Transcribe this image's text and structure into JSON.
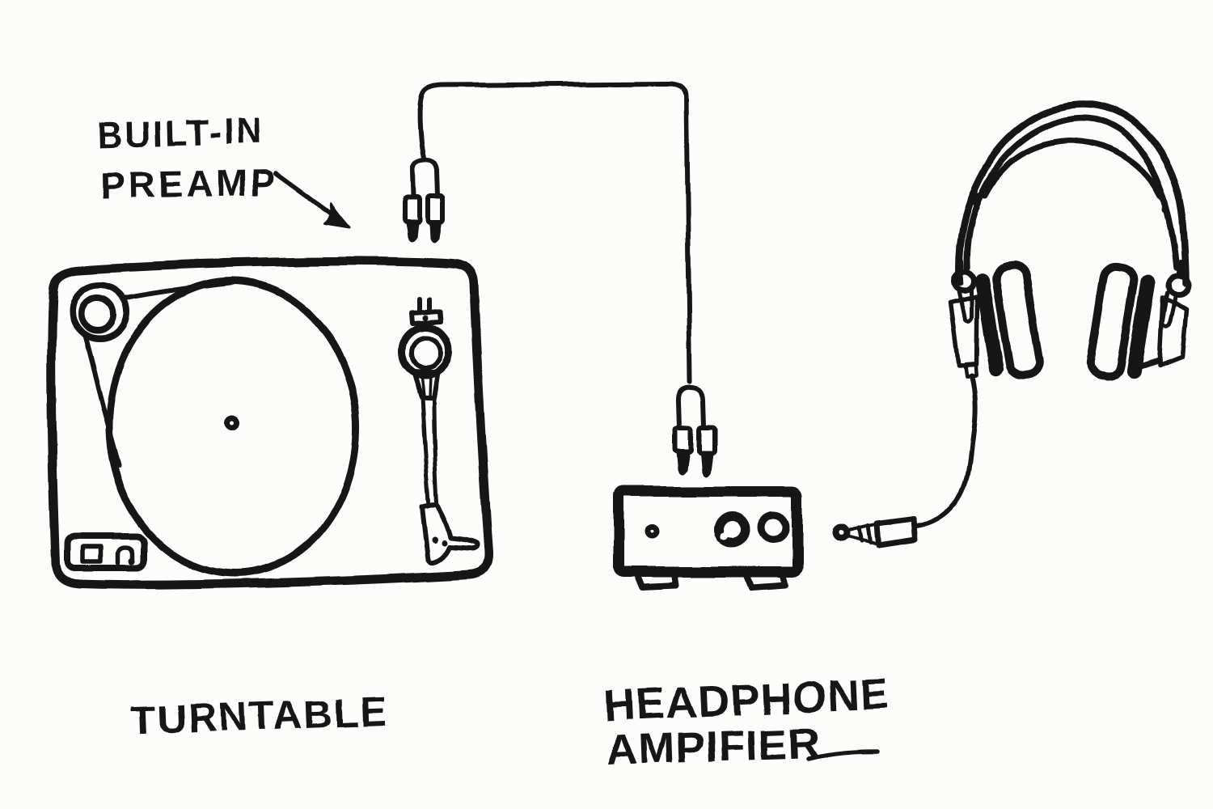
{
  "meta": {
    "type": "hand-drawn-audio-setup-diagram",
    "background_color": "#fcfcfb",
    "ink_color": "#161616"
  },
  "labels": {
    "preamp": {
      "line1": "BUILT-IN",
      "line2": "PREAMP"
    },
    "turntable": "TURNTABLE",
    "amplifier": {
      "line1": "HEADPHONE",
      "line2": "AMPIFIER"
    }
  },
  "components": [
    {
      "name": "turntable-drawing",
      "description": "belt-drive turntable seen from above: platter with centre spindle, motor pulley with belt at top-left, tonearm with headshell at right, speed-switch panel at bottom-left"
    },
    {
      "name": "rca-cable-drawing",
      "description": "interconnect cable with a pair of RCA plugs at each end, looping from above the turntable down to the headphone amplifier"
    },
    {
      "name": "headphone-amp-drawing",
      "description": "small desktop headphone amplifier with two feet, headphone jack hole, volume knob with indicator and a second round control"
    },
    {
      "name": "headphones-drawing",
      "description": "over-ear headphones with double-line padded headband, pivot yokes and striped ear cups"
    },
    {
      "name": "headphone-cable-drawing",
      "description": "cable from the left ear cup ending in a 3.5 mm jack plug pointing at the amplifier"
    },
    {
      "name": "annotation-arrow",
      "description": "arrow from the BUILT-IN PREAMP label to the top edge of the turntable"
    }
  ]
}
